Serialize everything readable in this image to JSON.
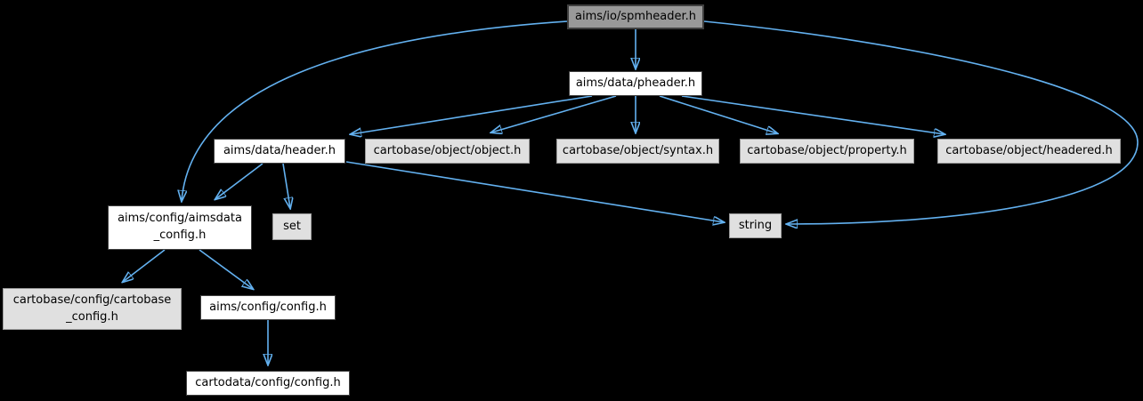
{
  "diagram": {
    "title": "include dependency graph for aims/io/spmheader.h",
    "type": "doxygen-include-graph",
    "colors": {
      "background": "#000000",
      "edge": "#63b1f0",
      "node_fill": "#ffffff",
      "leaf_fill": "#e0e0e0",
      "current_fill": "#999999",
      "text": "#000000"
    },
    "nodes": [
      {
        "id": "spmheader",
        "label": "aims/io/spmheader.h",
        "style": "current"
      },
      {
        "id": "pheader",
        "label": "aims/data/pheader.h",
        "style": "white"
      },
      {
        "id": "header",
        "label": "aims/data/header.h",
        "style": "white"
      },
      {
        "id": "object",
        "label": "cartobase/object/object.h",
        "style": "gray"
      },
      {
        "id": "syntax",
        "label": "cartobase/object/syntax.h",
        "style": "gray"
      },
      {
        "id": "property",
        "label": "cartobase/object/property.h",
        "style": "gray"
      },
      {
        "id": "headered",
        "label": "cartobase/object/headered.h",
        "style": "gray"
      },
      {
        "id": "aimsdata-config",
        "label": "aims/config/aimsdata\n_config.h",
        "style": "white"
      },
      {
        "id": "set",
        "label": "set",
        "style": "gray"
      },
      {
        "id": "string",
        "label": "string",
        "style": "gray"
      },
      {
        "id": "cartobase-config",
        "label": "cartobase/config/cartobase\n_config.h",
        "style": "gray"
      },
      {
        "id": "aims-config",
        "label": "aims/config/config.h",
        "style": "white"
      },
      {
        "id": "cartodata-config",
        "label": "cartodata/config/config.h",
        "style": "white"
      }
    ],
    "edges": [
      {
        "from": "aims/io/spmheader.h",
        "to": "aims/data/pheader.h"
      },
      {
        "from": "aims/io/spmheader.h",
        "to": "aims/config/aimsdata_config.h"
      },
      {
        "from": "aims/io/spmheader.h",
        "to": "string"
      },
      {
        "from": "aims/data/pheader.h",
        "to": "aims/data/header.h"
      },
      {
        "from": "aims/data/pheader.h",
        "to": "cartobase/object/object.h"
      },
      {
        "from": "aims/data/pheader.h",
        "to": "cartobase/object/syntax.h"
      },
      {
        "from": "aims/data/pheader.h",
        "to": "cartobase/object/property.h"
      },
      {
        "from": "aims/data/pheader.h",
        "to": "cartobase/object/headered.h"
      },
      {
        "from": "aims/data/header.h",
        "to": "aims/config/aimsdata_config.h"
      },
      {
        "from": "aims/data/header.h",
        "to": "set"
      },
      {
        "from": "aims/data/header.h",
        "to": "string"
      },
      {
        "from": "aims/config/aimsdata_config.h",
        "to": "cartobase/config/cartobase_config.h"
      },
      {
        "from": "aims/config/aimsdata_config.h",
        "to": "aims/config/config.h"
      },
      {
        "from": "aims/config/config.h",
        "to": "cartodata/config/config.h"
      }
    ]
  }
}
